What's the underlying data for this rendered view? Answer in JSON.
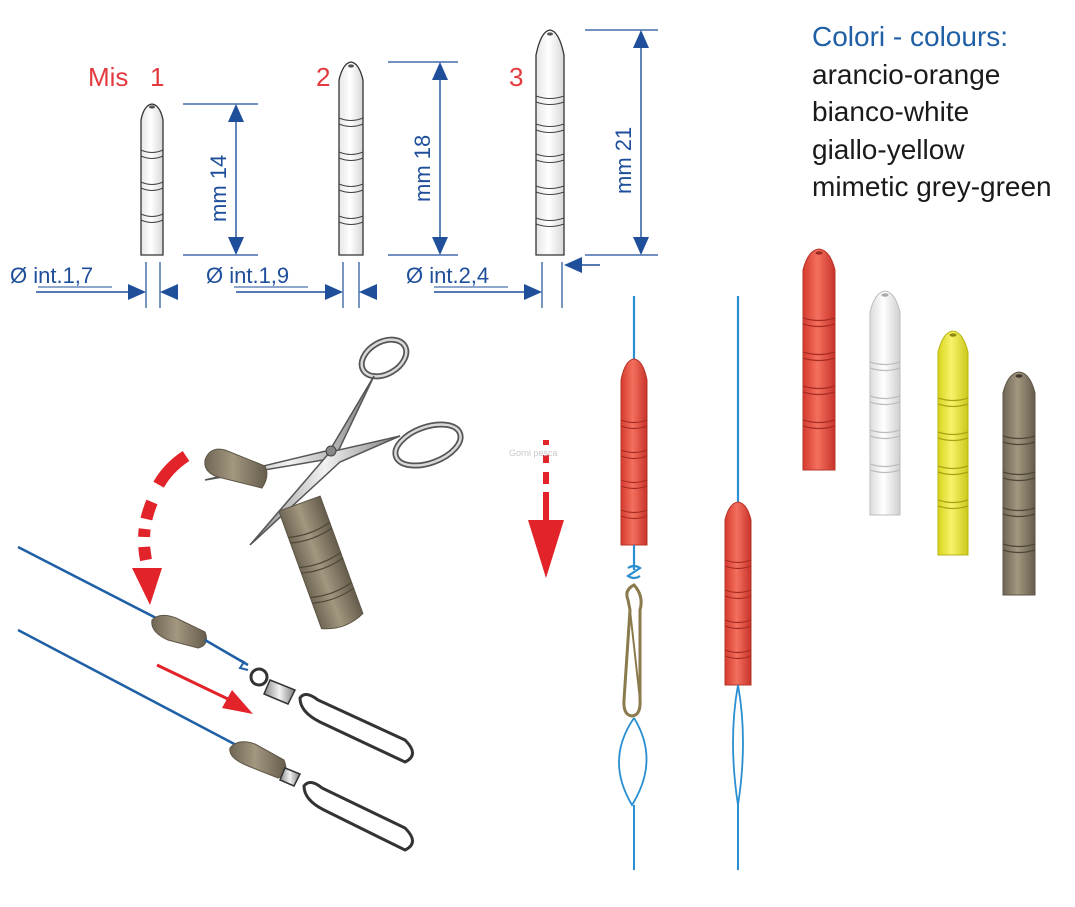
{
  "sizes": {
    "prefix": "Mis",
    "items": [
      {
        "label": "1",
        "length": "mm 14",
        "diameter": "Ø int.1,7"
      },
      {
        "label": "2",
        "length": "mm 18",
        "diameter": "Ø int.1,9"
      },
      {
        "label": "3",
        "length": "mm 21",
        "diameter": "Ø int.2,4"
      }
    ]
  },
  "colours": {
    "heading": "Colori - colours:",
    "list": [
      "arancio-orange",
      "bianco-white",
      "giallo-yellow",
      "mimetic grey-green"
    ]
  },
  "watermark": "Gorni pesca",
  "palette": {
    "dimension_blue": "#1f4f9a",
    "line_blue": "#2a8fd0",
    "label_red": "#e23a3f",
    "orange": "#e0483c",
    "white": "#f2f2f2",
    "yellow": "#e9e63a",
    "grey_green": "#8a7f6a"
  }
}
